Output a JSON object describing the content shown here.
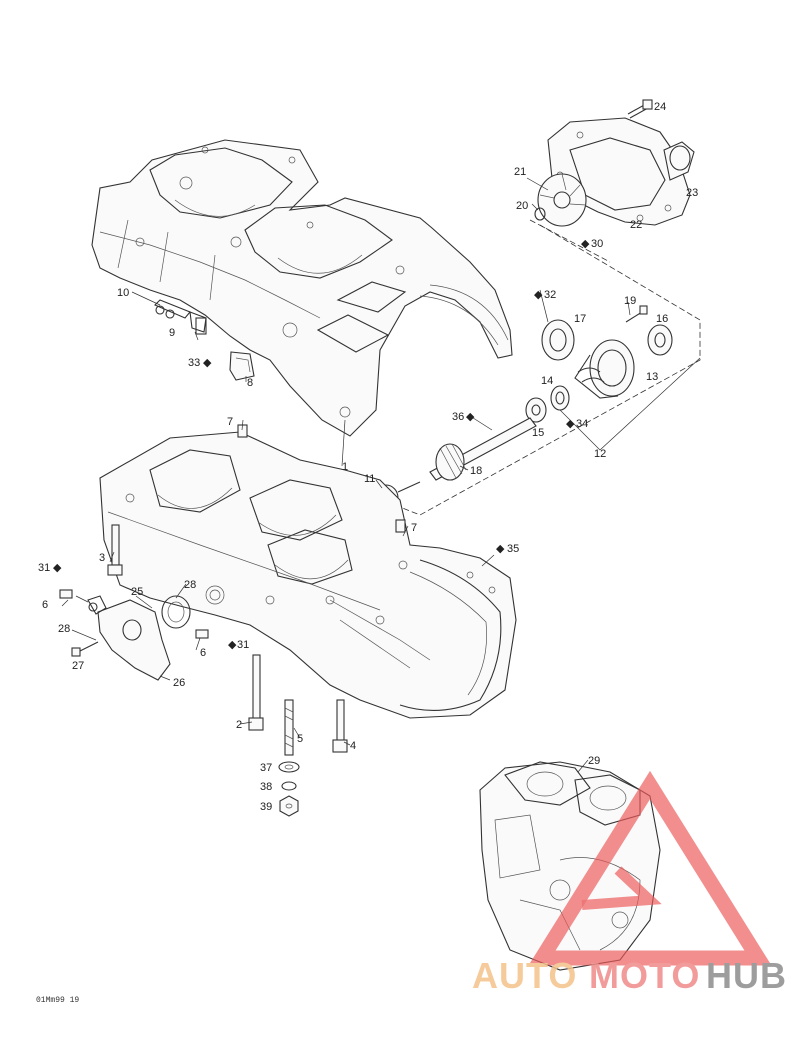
{
  "reference_code": "01Mm99 19",
  "callouts": [
    {
      "id": "24",
      "text": "24",
      "lubricant": false
    },
    {
      "id": "21",
      "text": "21",
      "lubricant": false
    },
    {
      "id": "23",
      "text": "23",
      "lubricant": false
    },
    {
      "id": "20",
      "text": "20",
      "lubricant": false
    },
    {
      "id": "22",
      "text": "22",
      "lubricant": false
    },
    {
      "id": "30",
      "text": "30",
      "lubricant": true
    },
    {
      "id": "32",
      "text": "32",
      "lubricant": true
    },
    {
      "id": "19",
      "text": "19",
      "lubricant": false
    },
    {
      "id": "16",
      "text": "16",
      "lubricant": false
    },
    {
      "id": "17",
      "text": "17",
      "lubricant": false
    },
    {
      "id": "13",
      "text": "13",
      "lubricant": false
    },
    {
      "id": "14",
      "text": "14",
      "lubricant": false
    },
    {
      "id": "36",
      "text": "36",
      "lubricant": true
    },
    {
      "id": "15",
      "text": "15",
      "lubricant": false
    },
    {
      "id": "34",
      "text": "34",
      "lubricant": true
    },
    {
      "id": "12",
      "text": "12",
      "lubricant": false
    },
    {
      "id": "18",
      "text": "18",
      "lubricant": false
    },
    {
      "id": "11",
      "text": "11",
      "lubricant": false
    },
    {
      "id": "10",
      "text": "10",
      "lubricant": false
    },
    {
      "id": "9",
      "text": "9",
      "lubricant": false
    },
    {
      "id": "33",
      "text": "33",
      "lubricant": true
    },
    {
      "id": "8",
      "text": "8",
      "lubricant": false
    },
    {
      "id": "7a",
      "text": "7",
      "lubricant": false
    },
    {
      "id": "1",
      "text": "1",
      "lubricant": false
    },
    {
      "id": "7b",
      "text": "7",
      "lubricant": false
    },
    {
      "id": "35",
      "text": "35",
      "lubricant": true
    },
    {
      "id": "3",
      "text": "3",
      "lubricant": false
    },
    {
      "id": "31a",
      "text": "31",
      "lubricant": true
    },
    {
      "id": "6a",
      "text": "6",
      "lubricant": false
    },
    {
      "id": "28a",
      "text": "28",
      "lubricant": false
    },
    {
      "id": "25",
      "text": "25",
      "lubricant": false
    },
    {
      "id": "28b",
      "text": "28",
      "lubricant": false
    },
    {
      "id": "6b",
      "text": "6",
      "lubricant": false
    },
    {
      "id": "31b",
      "text": "31",
      "lubricant": true
    },
    {
      "id": "27",
      "text": "27",
      "lubricant": false
    },
    {
      "id": "26",
      "text": "26",
      "lubricant": false
    },
    {
      "id": "2",
      "text": "2",
      "lubricant": false
    },
    {
      "id": "5",
      "text": "5",
      "lubricant": false
    },
    {
      "id": "4",
      "text": "4",
      "lubricant": false
    },
    {
      "id": "37",
      "text": "37",
      "lubricant": false
    },
    {
      "id": "38",
      "text": "38",
      "lubricant": false
    },
    {
      "id": "39",
      "text": "39",
      "lubricant": false
    },
    {
      "id": "29",
      "text": "29",
      "lubricant": false
    }
  ],
  "watermark": {
    "part1": "AUTO",
    "part2": "MOTO",
    "part3": "HUB",
    "color1": "#f5c28a",
    "color2": "#f08a8a",
    "color3": "#8c8c8c",
    "triangle_color": "#ee5a5a"
  }
}
